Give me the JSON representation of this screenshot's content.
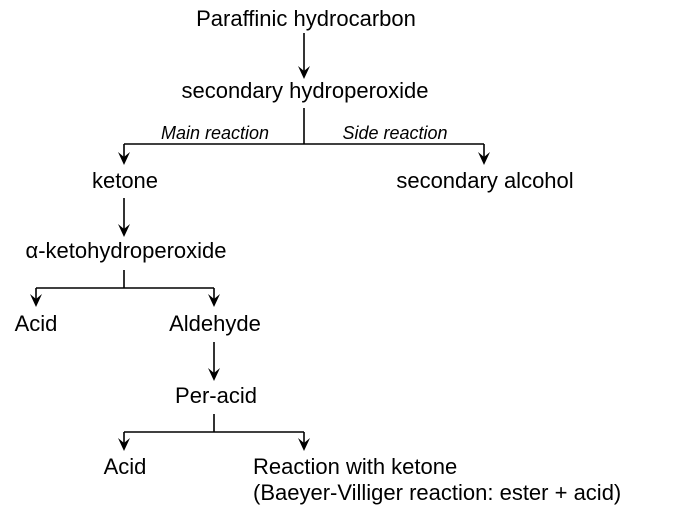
{
  "nodes": {
    "paraffinic_hydrocarbon": "Paraffinic hydrocarbon",
    "secondary_hydroperoxide": "secondary hydroperoxide",
    "ketone": "ketone",
    "secondary_alcohol": "secondary alcohol",
    "alpha_ketohydroperoxide": "α-ketohydroperoxide",
    "acid_1": "Acid",
    "aldehyde": "Aldehyde",
    "per_acid": "Per-acid",
    "acid_2": "Acid",
    "reaction_with_ketone": "Reaction with ketone",
    "baeyer_villiger": "(Baeyer-Villiger reaction: ester + acid)"
  },
  "branch_labels": {
    "main_reaction": "Main reaction",
    "side_reaction": "Side reaction"
  },
  "colors": {
    "text": "#000000",
    "lines": "#000000",
    "background": "#ffffff"
  }
}
